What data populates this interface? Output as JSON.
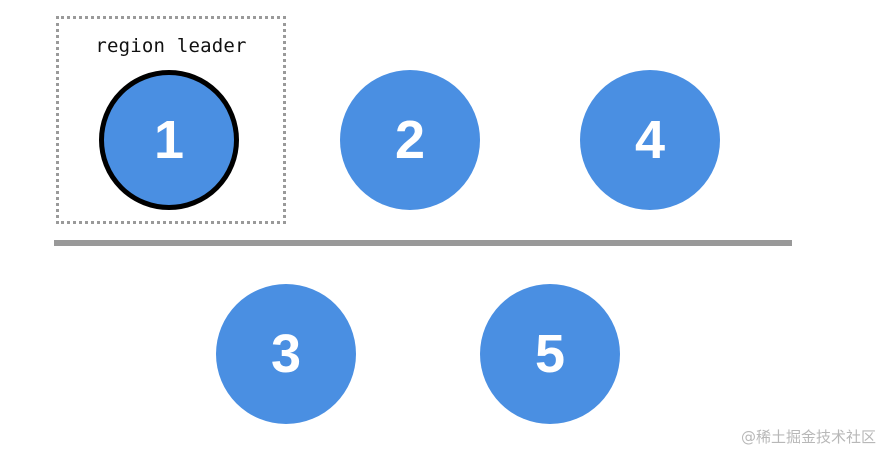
{
  "leader_box": {
    "label": "region leader"
  },
  "nodes": [
    {
      "id": "1",
      "label": "1",
      "is_leader": true
    },
    {
      "id": "2",
      "label": "2",
      "is_leader": false
    },
    {
      "id": "4",
      "label": "4",
      "is_leader": false
    },
    {
      "id": "3",
      "label": "3",
      "is_leader": false
    },
    {
      "id": "5",
      "label": "5",
      "is_leader": false
    }
  ],
  "colors": {
    "node_fill": "#4a8fe2",
    "leader_border": "#000000",
    "divider": "#999999",
    "box_border": "#9a9a9a"
  },
  "watermark": "@稀土掘金技术社区"
}
